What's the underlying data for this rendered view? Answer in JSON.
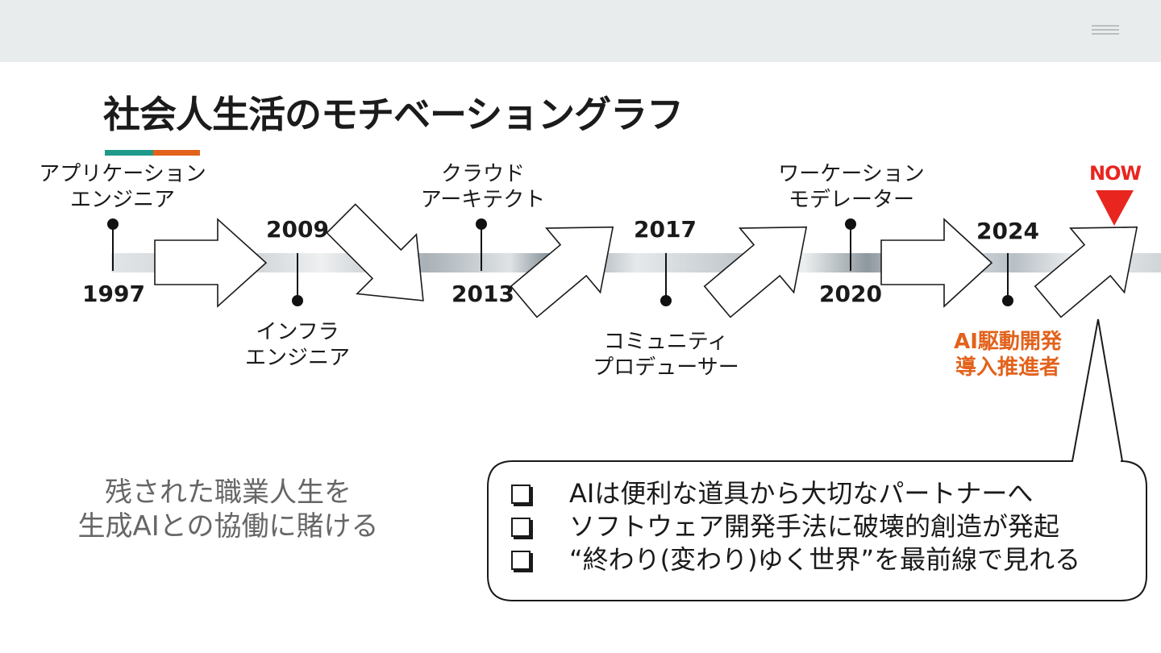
{
  "title": "社会人生活のモチベーショングラフ",
  "colors": {
    "teal": "#1f9a8a",
    "orange": "#e2621c",
    "now_red": "#e8251f"
  },
  "icons": {
    "menu": "hamburger-icon",
    "now_marker": "triangle-down-icon",
    "bullet": "checkbox-icon"
  },
  "timeline": {
    "years": [
      "1997",
      "2009",
      "2013",
      "2017",
      "2020",
      "2024"
    ],
    "roles": [
      {
        "line1": "アプリケーション",
        "line2": "エンジニア"
      },
      {
        "line1": "インフラ",
        "line2": "エンジニア"
      },
      {
        "line1": "クラウド",
        "line2": "アーキテクト"
      },
      {
        "line1": "コミュニティ",
        "line2": "プロデューサー"
      },
      {
        "line1": "ワーケーション",
        "line2": "モデレーター"
      },
      {
        "line1": "AI駆動開発",
        "line2": "導入推進者"
      }
    ],
    "now_label": "NOW"
  },
  "left_message": {
    "line1": "残された職業人生を",
    "line2": "生成AIとの協働に賭ける"
  },
  "bullets": [
    "AIは便利な道具から大切なパートナーへ",
    "ソフトウェア開発手法に破壊的創造が発起",
    "“終わり(変わり)ゆく世界”を最前線で見れる"
  ]
}
